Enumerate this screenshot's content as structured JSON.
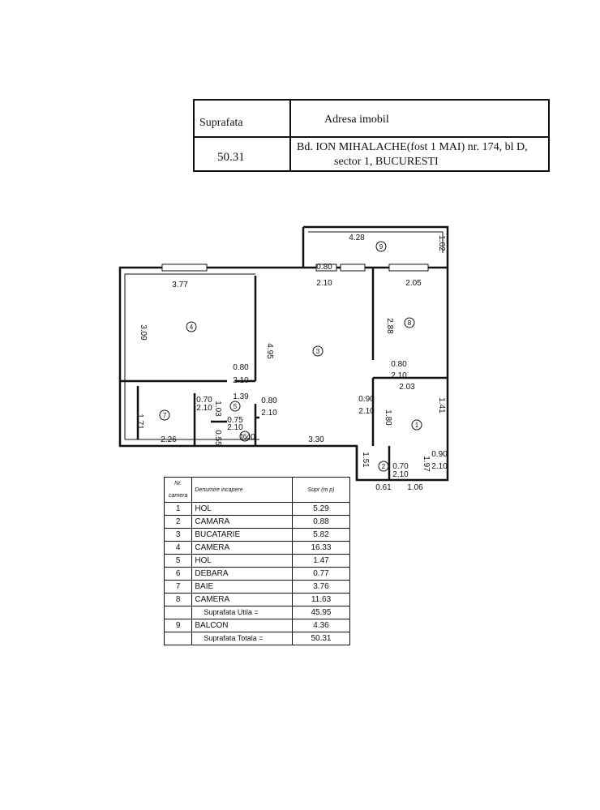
{
  "header": {
    "col1_label": "Suprafata",
    "col2_label": "Adresa imobil",
    "area": "50.31",
    "address_line1": "Bd. ION MIHALACHE(fost 1 MAI) nr. 174, bl D,",
    "address_line2": "sector 1,  BUCURESTI"
  },
  "plan": {
    "room_numbers": [
      "9",
      "4",
      "8",
      "3",
      "7",
      "5",
      "6",
      "1",
      "2"
    ],
    "dims": [
      "4.28",
      "1.02",
      "0.80",
      "2.10",
      "3.77",
      "2.05",
      "3.09",
      "2.88",
      "4.95",
      "0.80",
      "2.10",
      "0.80",
      "2.10",
      "2.03",
      "1.39",
      "0.70",
      "2.10",
      "1.03",
      "0.80",
      "2.10",
      "0.90",
      "2.10",
      "1.80",
      "1.41",
      "1.71",
      "0.75",
      "2.10",
      "0.55",
      "2.26",
      "1.40",
      "3.30",
      "1.51",
      "0.70",
      "2.10",
      "1.97",
      "0.90",
      "2.10",
      "0.61",
      "1.06"
    ]
  },
  "table": {
    "headers": [
      "Nr. camera",
      "Denumire incapere",
      "Supr (m p)"
    ],
    "rows": [
      {
        "nr": "1",
        "name": "HOL",
        "area": "5.29"
      },
      {
        "nr": "2",
        "name": "CAMARA",
        "area": "0.88"
      },
      {
        "nr": "3",
        "name": "BUCATARIE",
        "area": "5.82"
      },
      {
        "nr": "4",
        "name": "CAMERA",
        "area": "16.33"
      },
      {
        "nr": "5",
        "name": "HOL",
        "area": "1.47"
      },
      {
        "nr": "6",
        "name": "DEBARA",
        "area": "0.77"
      },
      {
        "nr": "7",
        "name": "BAIE",
        "area": "3.76"
      },
      {
        "nr": "8",
        "name": "CAMERA",
        "area": "11.63"
      }
    ],
    "util_label": "Suprafata Utila =",
    "util_value": "45.95",
    "balcon": {
      "nr": "9",
      "name": "BALCON",
      "area": "4.36"
    },
    "total_label": "Suprafata Totala =",
    "total_value": "50.31"
  }
}
